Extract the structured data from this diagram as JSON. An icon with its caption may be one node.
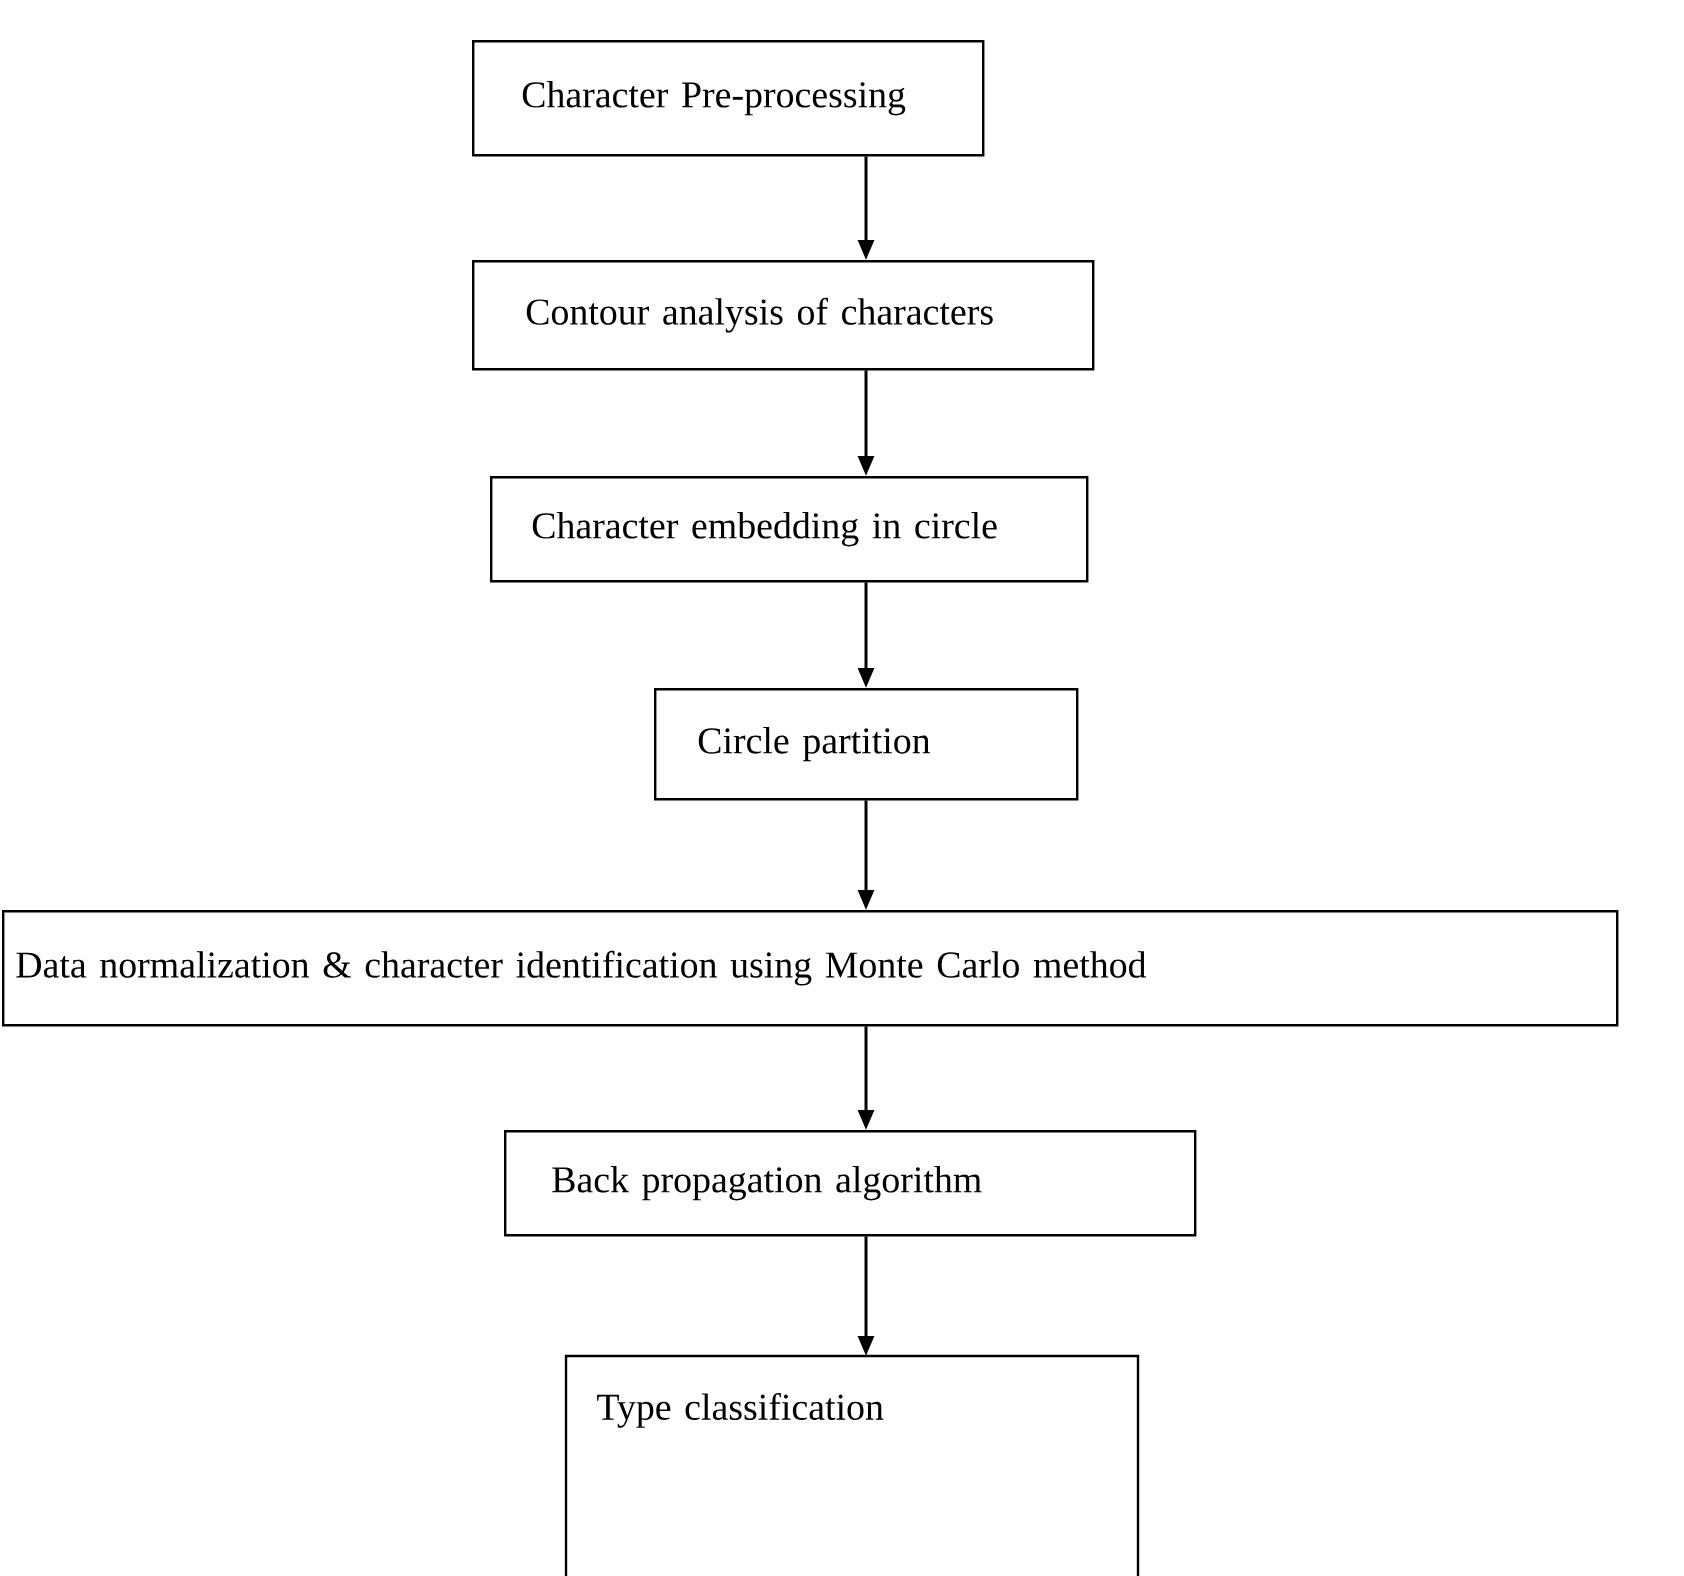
{
  "diagram": {
    "nodes": [
      {
        "text": [
          "Character Pre-processing"
        ]
      },
      {
        "text": [
          "Contour analysis of characters"
        ]
      },
      {
        "text": [
          "Character embedding in circle"
        ]
      },
      {
        "text": [
          "Circle partition"
        ]
      },
      {
        "text": [
          "Data normalization & character identification using Monte Carlo method"
        ]
      },
      {
        "text": [
          "Back propagation algorithm"
        ]
      },
      {
        "text": [
          "Type classification"
        ]
      }
    ],
    "edges": [
      {
        "from": 0,
        "to": 1,
        "arrow": "to"
      },
      {
        "from": 1,
        "to": 2,
        "arrow": "to"
      },
      {
        "from": 2,
        "to": 3,
        "arrow": "to"
      },
      {
        "from": 3,
        "to": 4,
        "arrow": "to"
      },
      {
        "from": 4,
        "to": 5,
        "arrow": "to"
      },
      {
        "from": 5,
        "to": 6,
        "arrow": "to"
      }
    ]
  }
}
